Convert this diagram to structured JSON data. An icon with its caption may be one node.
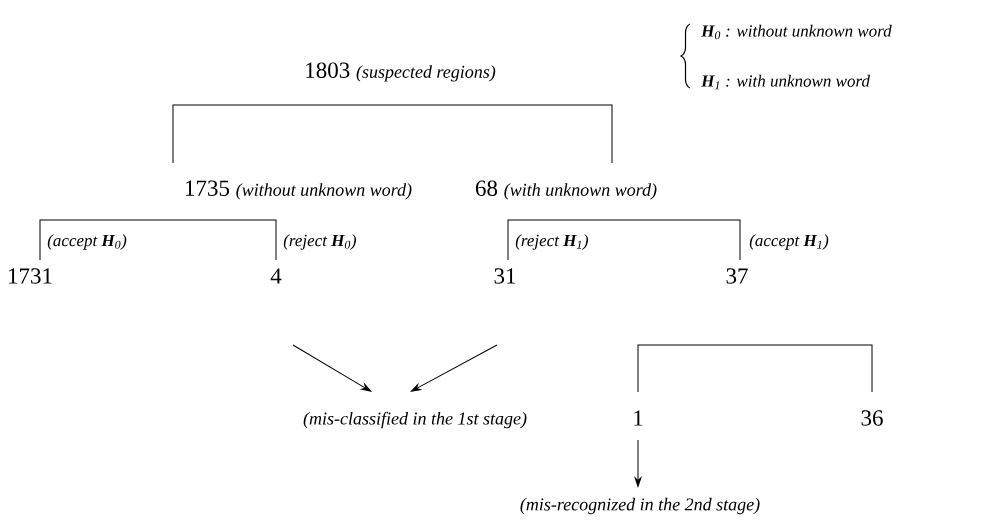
{
  "diagram": {
    "nodes": [
      {
        "text": [
          "1803",
          "(suspected regions)"
        ]
      },
      {
        "text": [
          "1735",
          "(without unknown word)"
        ]
      },
      {
        "text": [
          "68",
          "(with unknown word)"
        ]
      },
      {
        "text": [
          "1731"
        ]
      },
      {
        "text": [
          "4"
        ]
      },
      {
        "text": [
          "31"
        ]
      },
      {
        "text": [
          "37"
        ]
      },
      {
        "text": [
          "(mis-classified in the 1st stage)"
        ]
      },
      {
        "text": [
          "1"
        ]
      },
      {
        "text": [
          "36"
        ]
      },
      {
        "text": [
          "(mis-recognized in the 2nd stage)"
        ]
      }
    ],
    "edges": [
      {
        "from": 0,
        "to": 1,
        "arrow": "none"
      },
      {
        "from": 0,
        "to": 2,
        "arrow": "none"
      },
      {
        "from": 1,
        "to": 3,
        "arrow": "none",
        "label": "(accept **H**$_{0}$)"
      },
      {
        "from": 1,
        "to": 4,
        "arrow": "none",
        "label": "(reject **H**$_{0}$)"
      },
      {
        "from": 2,
        "to": 5,
        "arrow": "none",
        "label": "(reject **H**$_{1}$)"
      },
      {
        "from": 2,
        "to": 6,
        "arrow": "none",
        "label": "(accept **H**$_{1}$)"
      },
      {
        "from": 4,
        "to": 7,
        "arrow": "to"
      },
      {
        "from": 5,
        "to": 7,
        "arrow": "to"
      },
      {
        "from": 6,
        "to": 8,
        "arrow": "none"
      },
      {
        "from": 6,
        "to": 9,
        "arrow": "none"
      },
      {
        "from": 8,
        "to": 10,
        "arrow": "to"
      }
    ],
    "labels": [
      "**H**$_{0}$ : without unknown word",
      "**H**$_{1}$ : with unknown word"
    ]
  }
}
